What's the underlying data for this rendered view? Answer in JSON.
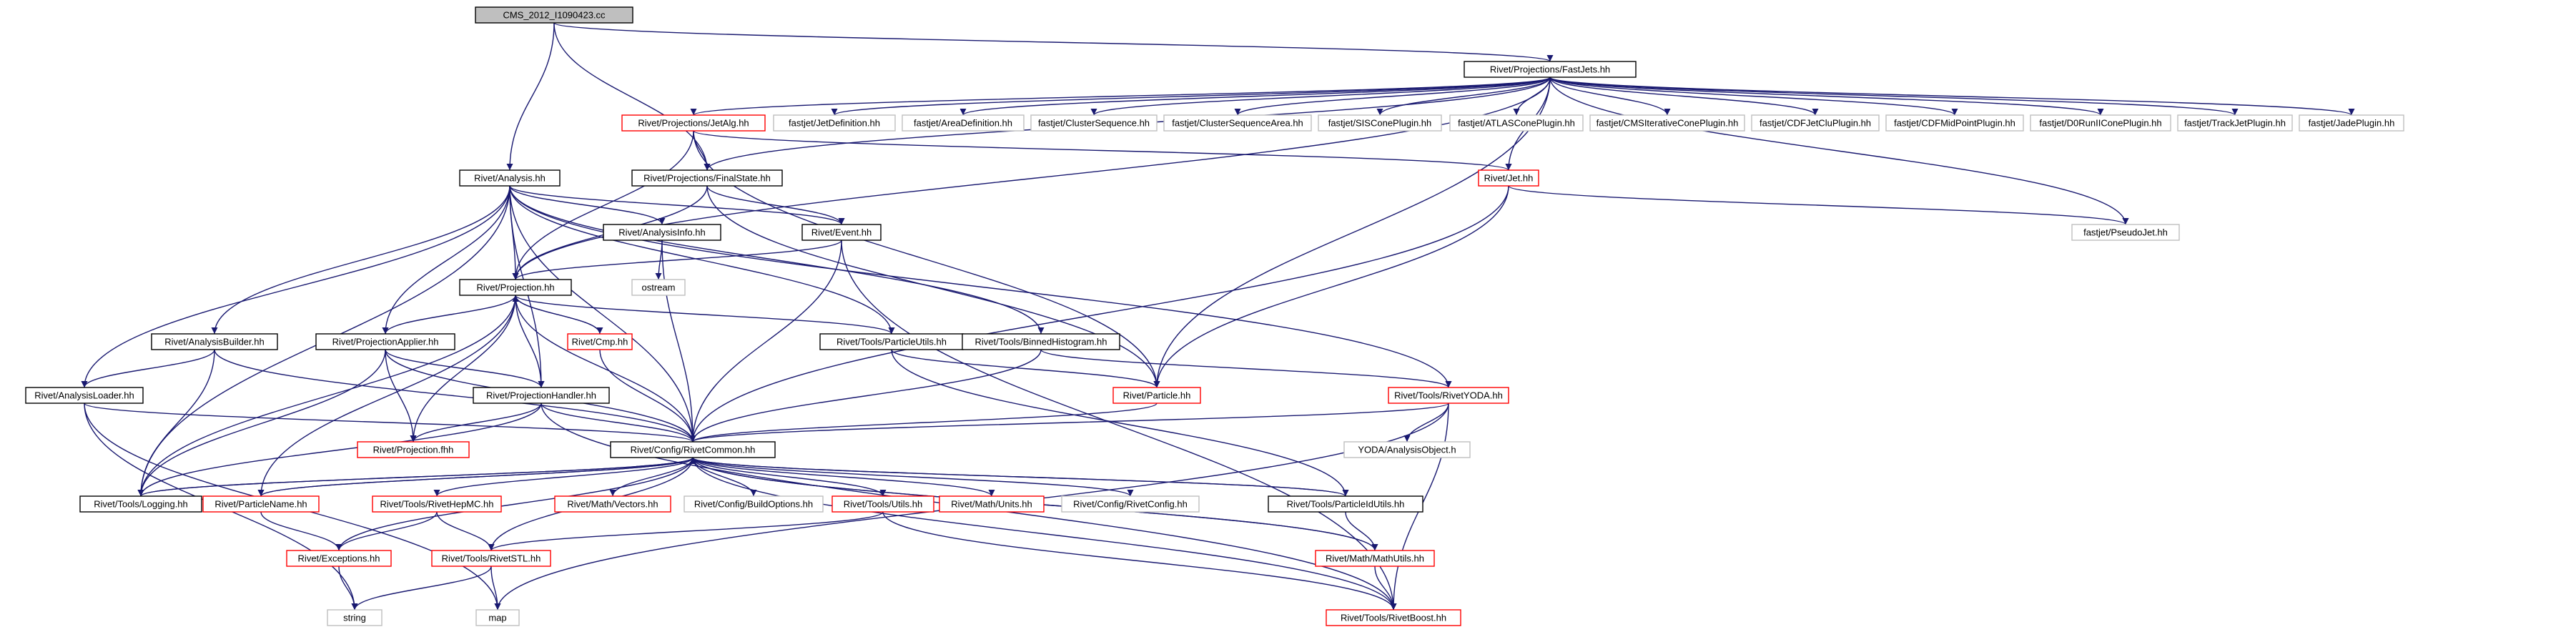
{
  "graph": {
    "colors": {
      "edge": "#191970",
      "root_fill": "#bfbfbf",
      "root_stroke": "#000000",
      "linked_stroke": "#000000",
      "truncated_stroke": "#ff0000",
      "external_stroke": "#bfbfbf",
      "text": "#000000"
    },
    "nodes": {
      "root": {
        "label": "CMS_2012_I1090423.cc",
        "kind": "root"
      },
      "fastjets": {
        "label": "Rivet/Projections/FastJets.hh",
        "kind": "linked"
      },
      "jetalg": {
        "label": "Rivet/Projections/JetAlg.hh",
        "kind": "truncated"
      },
      "jetdef": {
        "label": "fastjet/JetDefinition.hh",
        "kind": "external"
      },
      "areadef": {
        "label": "fastjet/AreaDefinition.hh",
        "kind": "external"
      },
      "clusterseq": {
        "label": "fastjet/ClusterSequence.hh",
        "kind": "external"
      },
      "clusterseqarea": {
        "label": "fastjet/ClusterSequenceArea.hh",
        "kind": "external"
      },
      "siscone": {
        "label": "fastjet/SISConePlugin.hh",
        "kind": "external"
      },
      "atlascone": {
        "label": "fastjet/ATLASConePlugin.hh",
        "kind": "external"
      },
      "cmsitcone": {
        "label": "fastjet/CMSIterativeConePlugin.hh",
        "kind": "external"
      },
      "cdfjetclu": {
        "label": "fastjet/CDFJetCluPlugin.hh",
        "kind": "external"
      },
      "cdfmidpoint": {
        "label": "fastjet/CDFMidPointPlugin.hh",
        "kind": "external"
      },
      "d0runii": {
        "label": "fastjet/D0RunIIConePlugin.hh",
        "kind": "external"
      },
      "trackjet": {
        "label": "fastjet/TrackJetPlugin.hh",
        "kind": "external"
      },
      "jade": {
        "label": "fastjet/JadePlugin.hh",
        "kind": "external"
      },
      "analysis": {
        "label": "Rivet/Analysis.hh",
        "kind": "linked"
      },
      "finalstate": {
        "label": "Rivet/Projections/FinalState.hh",
        "kind": "linked"
      },
      "jet": {
        "label": "Rivet/Jet.hh",
        "kind": "truncated"
      },
      "pseudojet": {
        "label": "fastjet/PseudoJet.hh",
        "kind": "external"
      },
      "analysisinfo": {
        "label": "Rivet/AnalysisInfo.hh",
        "kind": "linked"
      },
      "event": {
        "label": "Rivet/Event.hh",
        "kind": "linked"
      },
      "ostream": {
        "label": "ostream",
        "kind": "external"
      },
      "projection": {
        "label": "Rivet/Projection.hh",
        "kind": "linked"
      },
      "cmp": {
        "label": "Rivet/Cmp.hh",
        "kind": "truncated"
      },
      "analysisbuilder": {
        "label": "Rivet/AnalysisBuilder.hh",
        "kind": "linked"
      },
      "projapplier": {
        "label": "Rivet/ProjectionApplier.hh",
        "kind": "linked"
      },
      "particleutils": {
        "label": "Rivet/Tools/ParticleUtils.hh",
        "kind": "linked"
      },
      "binnedhisto": {
        "label": "Rivet/Tools/BinnedHistogram.hh",
        "kind": "linked"
      },
      "particle": {
        "label": "Rivet/Particle.hh",
        "kind": "truncated"
      },
      "rivetyoda": {
        "label": "Rivet/Tools/RivetYODA.hh",
        "kind": "truncated"
      },
      "analysisloader": {
        "label": "Rivet/AnalysisLoader.hh",
        "kind": "linked"
      },
      "projhandler": {
        "label": "Rivet/ProjectionHandler.hh",
        "kind": "linked"
      },
      "yodaobj": {
        "label": "YODA/AnalysisObject.h",
        "kind": "external"
      },
      "projfhh": {
        "label": "Rivet/Projection.fhh",
        "kind": "truncated"
      },
      "rivetcommon": {
        "label": "Rivet/Config/RivetCommon.hh",
        "kind": "linked"
      },
      "logging": {
        "label": "Rivet/Tools/Logging.hh",
        "kind": "linked"
      },
      "particlename": {
        "label": "Rivet/ParticleName.hh",
        "kind": "truncated"
      },
      "rivethepmc": {
        "label": "Rivet/Tools/RivetHepMC.hh",
        "kind": "truncated"
      },
      "vectors": {
        "label": "Rivet/Math/Vectors.hh",
        "kind": "truncated"
      },
      "buildoptions": {
        "label": "Rivet/Config/BuildOptions.hh",
        "kind": "external"
      },
      "utils": {
        "label": "Rivet/Tools/Utils.hh",
        "kind": "truncated"
      },
      "units": {
        "label": "Rivet/Math/Units.hh",
        "kind": "truncated"
      },
      "rivetconfig": {
        "label": "Rivet/Config/RivetConfig.hh",
        "kind": "external"
      },
      "particleidutils": {
        "label": "Rivet/Tools/ParticleIdUtils.hh",
        "kind": "linked"
      },
      "exceptions": {
        "label": "Rivet/Exceptions.hh",
        "kind": "truncated"
      },
      "rivetstl": {
        "label": "Rivet/Tools/RivetSTL.hh",
        "kind": "truncated"
      },
      "mathutils": {
        "label": "Rivet/Math/MathUtils.hh",
        "kind": "truncated"
      },
      "string": {
        "label": "string",
        "kind": "external"
      },
      "map": {
        "label": "map",
        "kind": "external"
      },
      "rivetboost": {
        "label": "Rivet/Tools/RivetBoost.hh",
        "kind": "truncated"
      }
    },
    "edges": [
      [
        "root",
        "fastjets"
      ],
      [
        "root",
        "analysis"
      ],
      [
        "root",
        "finalstate"
      ],
      [
        "fastjets",
        "jetalg"
      ],
      [
        "fastjets",
        "jetdef"
      ],
      [
        "fastjets",
        "areadef"
      ],
      [
        "fastjets",
        "clusterseq"
      ],
      [
        "fastjets",
        "clusterseqarea"
      ],
      [
        "fastjets",
        "siscone"
      ],
      [
        "fastjets",
        "atlascone"
      ],
      [
        "fastjets",
        "cmsitcone"
      ],
      [
        "fastjets",
        "cdfjetclu"
      ],
      [
        "fastjets",
        "cdfmidpoint"
      ],
      [
        "fastjets",
        "d0runii"
      ],
      [
        "fastjets",
        "trackjet"
      ],
      [
        "fastjets",
        "jade"
      ],
      [
        "fastjets",
        "jet"
      ],
      [
        "fastjets",
        "pseudojet"
      ],
      [
        "fastjets",
        "particle"
      ],
      [
        "fastjets",
        "projection"
      ],
      [
        "fastjets",
        "finalstate"
      ],
      [
        "jetalg",
        "finalstate"
      ],
      [
        "jetalg",
        "jet"
      ],
      [
        "jetalg",
        "particle"
      ],
      [
        "jetalg",
        "projection"
      ],
      [
        "finalstate",
        "projection"
      ],
      [
        "finalstate",
        "event"
      ],
      [
        "finalstate",
        "particle"
      ],
      [
        "jet",
        "pseudojet"
      ],
      [
        "jet",
        "particle"
      ],
      [
        "jet",
        "rivetcommon"
      ],
      [
        "analysis",
        "analysisinfo"
      ],
      [
        "analysis",
        "event"
      ],
      [
        "analysis",
        "projection"
      ],
      [
        "analysis",
        "analysisbuilder"
      ],
      [
        "analysis",
        "projapplier"
      ],
      [
        "analysis",
        "particleutils"
      ],
      [
        "analysis",
        "binnedhisto"
      ],
      [
        "analysis",
        "rivetyoda"
      ],
      [
        "analysis",
        "analysisloader"
      ],
      [
        "analysis",
        "logging"
      ],
      [
        "analysis",
        "rivetcommon"
      ],
      [
        "analysis",
        "projhandler"
      ],
      [
        "analysisinfo",
        "ostream"
      ],
      [
        "analysisinfo",
        "rivetcommon"
      ],
      [
        "event",
        "projection"
      ],
      [
        "event",
        "rivetcommon"
      ],
      [
        "event",
        "rivetboost"
      ],
      [
        "projection",
        "cmp"
      ],
      [
        "projection",
        "projapplier"
      ],
      [
        "projection",
        "projhandler"
      ],
      [
        "projection",
        "particleutils"
      ],
      [
        "projection",
        "projfhh"
      ],
      [
        "projection",
        "rivetcommon"
      ],
      [
        "projection",
        "logging"
      ],
      [
        "projection",
        "particlename"
      ],
      [
        "cmp",
        "projection"
      ],
      [
        "cmp",
        "rivetcommon"
      ],
      [
        "analysisbuilder",
        "analysisloader"
      ],
      [
        "analysisbuilder",
        "rivetcommon"
      ],
      [
        "analysisbuilder",
        "logging"
      ],
      [
        "projapplier",
        "projhandler"
      ],
      [
        "projapplier",
        "projfhh"
      ],
      [
        "projapplier",
        "rivetcommon"
      ],
      [
        "projapplier",
        "logging"
      ],
      [
        "particleutils",
        "particle"
      ],
      [
        "particleutils",
        "particleidutils"
      ],
      [
        "binnedhisto",
        "rivetcommon"
      ],
      [
        "binnedhisto",
        "rivetyoda"
      ],
      [
        "particle",
        "rivetcommon"
      ],
      [
        "rivetyoda",
        "rivetcommon"
      ],
      [
        "rivetyoda",
        "yodaobj"
      ],
      [
        "rivetyoda",
        "map"
      ],
      [
        "rivetyoda",
        "rivetboost"
      ],
      [
        "analysisloader",
        "rivetcommon"
      ],
      [
        "analysisloader",
        "string"
      ],
      [
        "analysisloader",
        "map"
      ],
      [
        "projhandler",
        "projfhh"
      ],
      [
        "projhandler",
        "rivetcommon"
      ],
      [
        "projhandler",
        "logging"
      ],
      [
        "projhandler",
        "rivetboost"
      ],
      [
        "rivetcommon",
        "logging"
      ],
      [
        "rivetcommon",
        "particlename"
      ],
      [
        "rivetcommon",
        "rivethepmc"
      ],
      [
        "rivetcommon",
        "vectors"
      ],
      [
        "rivetcommon",
        "buildoptions"
      ],
      [
        "rivetcommon",
        "utils"
      ],
      [
        "rivetcommon",
        "units"
      ],
      [
        "rivetcommon",
        "rivetconfig"
      ],
      [
        "rivetcommon",
        "particleidutils"
      ],
      [
        "rivetcommon",
        "exceptions"
      ],
      [
        "rivetcommon",
        "rivetstl"
      ],
      [
        "rivetcommon",
        "mathutils"
      ],
      [
        "rivetcommon",
        "rivetboost"
      ],
      [
        "logging",
        "rivetcommon"
      ],
      [
        "particlename",
        "rivetcommon"
      ],
      [
        "particlename",
        "exceptions"
      ],
      [
        "rivethepmc",
        "rivetstl"
      ],
      [
        "rivethepmc",
        "exceptions"
      ],
      [
        "utils",
        "rivetstl"
      ],
      [
        "utils",
        "rivetboost"
      ],
      [
        "particleidutils",
        "rivetcommon"
      ],
      [
        "particleidutils",
        "mathutils"
      ],
      [
        "exceptions",
        "string"
      ],
      [
        "rivetstl",
        "string"
      ],
      [
        "rivetstl",
        "map"
      ],
      [
        "mathutils",
        "rivetcommon"
      ],
      [
        "mathutils",
        "rivetboost"
      ]
    ]
  }
}
